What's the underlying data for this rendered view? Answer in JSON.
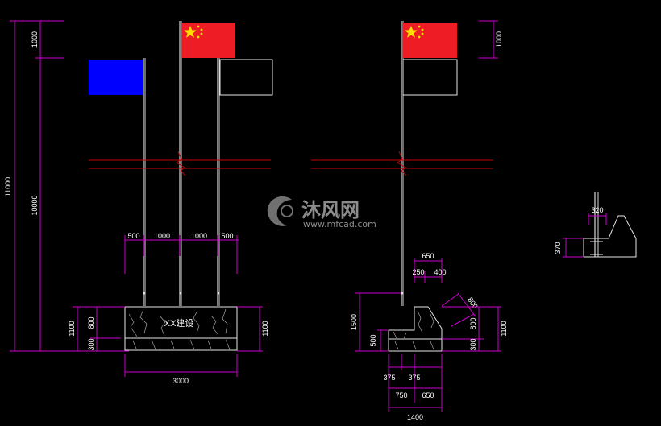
{
  "colors": {
    "background": "#000000",
    "dimension": "#cc00cc",
    "text": "#ffffff",
    "flag_red": "#ee1c25",
    "flag_star": "#ffde00",
    "flag_blue": "#0000ff",
    "break_line": "#c00000",
    "line": "#e6e6e6"
  },
  "watermark": {
    "brand": "沐风网",
    "url": "www.mfcad.com"
  },
  "front_view": {
    "plinth_text": "XX建设",
    "dims": {
      "total_height": "11000",
      "top_flag": "1000",
      "pole_height": "10000",
      "spacing_left": "500",
      "spacing_mid1": "1000",
      "spacing_mid2": "1000",
      "spacing_right": "500",
      "base_height_left": "1100",
      "base_upper_left": "800",
      "base_lower_left": "300",
      "base_height_right": "1100",
      "base_width": "3000"
    }
  },
  "side_view": {
    "dims": {
      "flag_height": "1000",
      "top_650": "650",
      "top_250": "250",
      "top_400": "400",
      "height_1500": "1500",
      "height_500": "500",
      "slope_800": "800",
      "right_800": "800",
      "right_300": "300",
      "right_1100": "1100",
      "bottom_375a": "375",
      "bottom_375b": "375",
      "bottom_750": "750",
      "bottom_650": "650",
      "bottom_1400": "1400"
    }
  },
  "detail_view": {
    "dims": {
      "width_320": "320",
      "height_370": "370"
    }
  }
}
